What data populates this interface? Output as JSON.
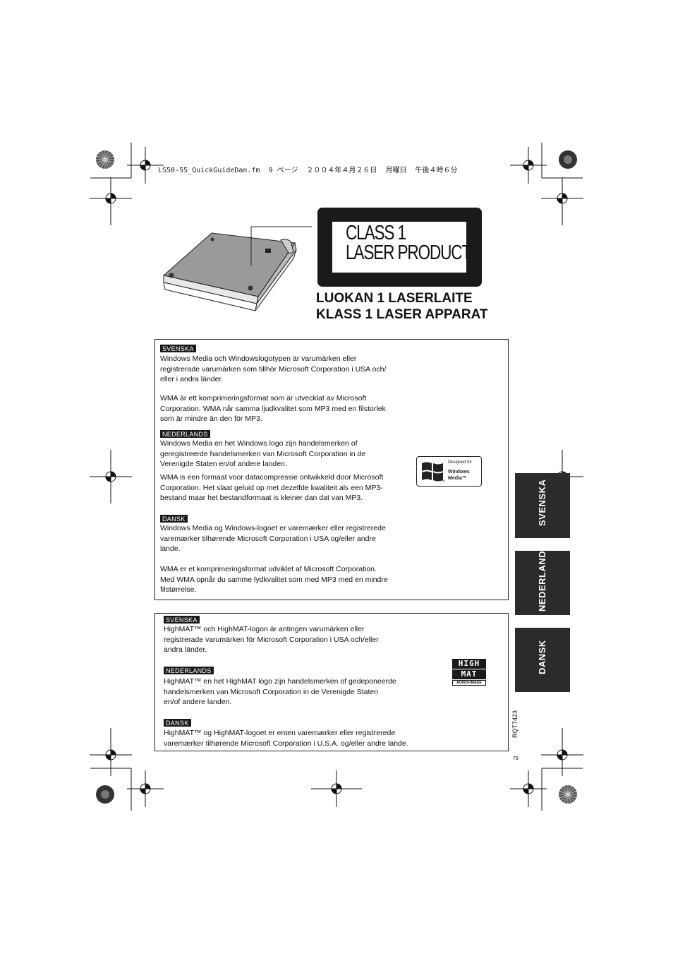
{
  "header": {
    "file_line": "LS50-55_QuickGuideDan.fm  9 ページ  ２００４年４月２６日  月曜日  午後４時６分"
  },
  "laser_label": {
    "line1": "CLASS 1",
    "line2": "LASER PRODUCT"
  },
  "laser_headings": {
    "finnish": "LUOKAN 1 LASERLAITE",
    "swedish": "KLASS 1 LASER APPARAT"
  },
  "windows_box": {
    "svenska_badge": "SVENSKA",
    "svenska_p1": [
      "Windows Media och Windowslogotypen är varumärken eller",
      "registrerade varumärken som tillhör Microsoft Corporation i USA och/",
      "eller i andra länder."
    ],
    "svenska_p2": [
      "WMA är ett komprimeringsformat som är utvecklat av Microsoft",
      "Corporation. WMA når samma ljudkvalitet som MP3 med en filstorlek",
      "som är mindre än den för MP3."
    ],
    "nederlands_badge": "NEDERLANDS",
    "nederlands_p1": [
      "Windows Media en het Windows logo zijn handelsmerken of",
      "geregistreerde handelsmerken van Microsoft Corporation in de",
      "Verenigde Staten en/of andere landen."
    ],
    "nederlands_p2": [
      "WMA is een formaat voor datacompressie ontwikkeld door Microsoft",
      "Corporation.  Het slaat geluid op met dezelfde kwaliteit als een MP3-",
      "bestand maar het bestandformaat is kleiner dan dat van MP3."
    ],
    "dansk_badge": "DANSK",
    "dansk_p1": [
      "Windows Media og Windows-logoet er varemærker eller registrerede",
      "varemærker tilhørende Microsoft Corporation i USA og/eller andre",
      "lande."
    ],
    "dansk_p2": [
      "WMA er et komprimeringsformat udviklet af Microsoft Corporation.",
      "Med WMA opnår du samme lydkvalitet som med MP3 med en mindre",
      "filstørrelse."
    ],
    "logo": {
      "line1": "Designed for",
      "line2": "Windows",
      "line3": "Media™",
      "tm": "TM"
    }
  },
  "highmat_box": {
    "svenska_badge": "SVENSKA",
    "svenska_lines": [
      "HighMAT™ och HighMAT-logon är antingen varumärken eller",
      "registrerade varumärken för Microsoft Corporation i USA och/eller",
      "andra länder."
    ],
    "nederlands_badge": "NEDERLANDS",
    "nederlands_lines": [
      "HighMAT™ en het HighMAT logo zijn handelsmerken of gedeponeerde",
      "handelsmerken van Microsoft Corporation in de Verenigde Staten",
      "en/of andere landen."
    ],
    "dansk_badge": "DANSK",
    "dansk_lines": [
      "HighMAT™ og HighMAT-logoet er enten varemærker eller registrerede",
      "varemærker tilhørende Microsoft Corporation i U.S.A. og/eller andre lande."
    ],
    "logo": {
      "line1": "HIGH",
      "line2": "MAT",
      "line3": "AUDIO+IMAGE"
    }
  },
  "side_tabs": [
    "SVENSKA",
    "NEDERLANDS",
    "DANSK"
  ],
  "footer": {
    "doc_code": "RQT7423",
    "page_number": "79"
  }
}
